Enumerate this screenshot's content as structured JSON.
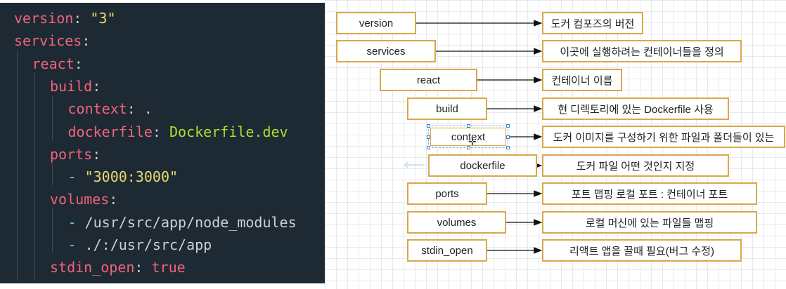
{
  "code": {
    "lines": [
      {
        "key": "version",
        "sep": ": ",
        "value": "\"3\""
      },
      {
        "key": "services",
        "sep": ":",
        "value": ""
      },
      {
        "key": "react",
        "sep": ":",
        "value": ""
      },
      {
        "key": "build",
        "sep": ":",
        "value": ""
      },
      {
        "key": "context",
        "sep": ": ",
        "value": "."
      },
      {
        "key": "dockerfile",
        "sep": ": ",
        "value": "Dockerfile.dev"
      },
      {
        "key": "ports",
        "sep": ":",
        "value": ""
      },
      {
        "key": "",
        "sep": "- ",
        "value": "\"3000:3000\""
      },
      {
        "key": "volumes",
        "sep": ":",
        "value": ""
      },
      {
        "key": "",
        "sep": "- ",
        "value": "/usr/src/app/node_modules"
      },
      {
        "key": "",
        "sep": "- ",
        "value": "./:/usr/src/app"
      },
      {
        "key": "stdin_open",
        "sep": ": ",
        "value": "true"
      }
    ]
  },
  "diagram": {
    "rows": [
      {
        "key": "version",
        "desc": "도커 컴포즈의 버전"
      },
      {
        "key": "services",
        "desc": "이곳에 실행하려는 컨테이너들을 정의"
      },
      {
        "key": "react",
        "desc": "컨테이너 이름"
      },
      {
        "key": "build",
        "desc": "현 디렉토리에 있는 Dockerfile 사용"
      },
      {
        "key": "context",
        "desc": "도커 이미지를 구성하기 위한 파일과 폴더들이 있는"
      },
      {
        "key": "dockerfile",
        "desc": "도커 파일 어떤 것인지 지정"
      },
      {
        "key": "ports",
        "desc": "포트 맵핑   로컬 포트 :  컨테이너 포트"
      },
      {
        "key": "volumes",
        "desc": "로컬 머신에 있는 파일들 맵핑"
      },
      {
        "key": "stdin_open",
        "desc": "리액트 앱을 끌때 필요(버그 수정)"
      }
    ]
  },
  "colors": {
    "editor_bg": "#1e2a33",
    "key": "#f0637c",
    "string": "#a6e22e",
    "value": "#e6db74",
    "box_border": "#d8a94a",
    "arrow": "#111111"
  }
}
